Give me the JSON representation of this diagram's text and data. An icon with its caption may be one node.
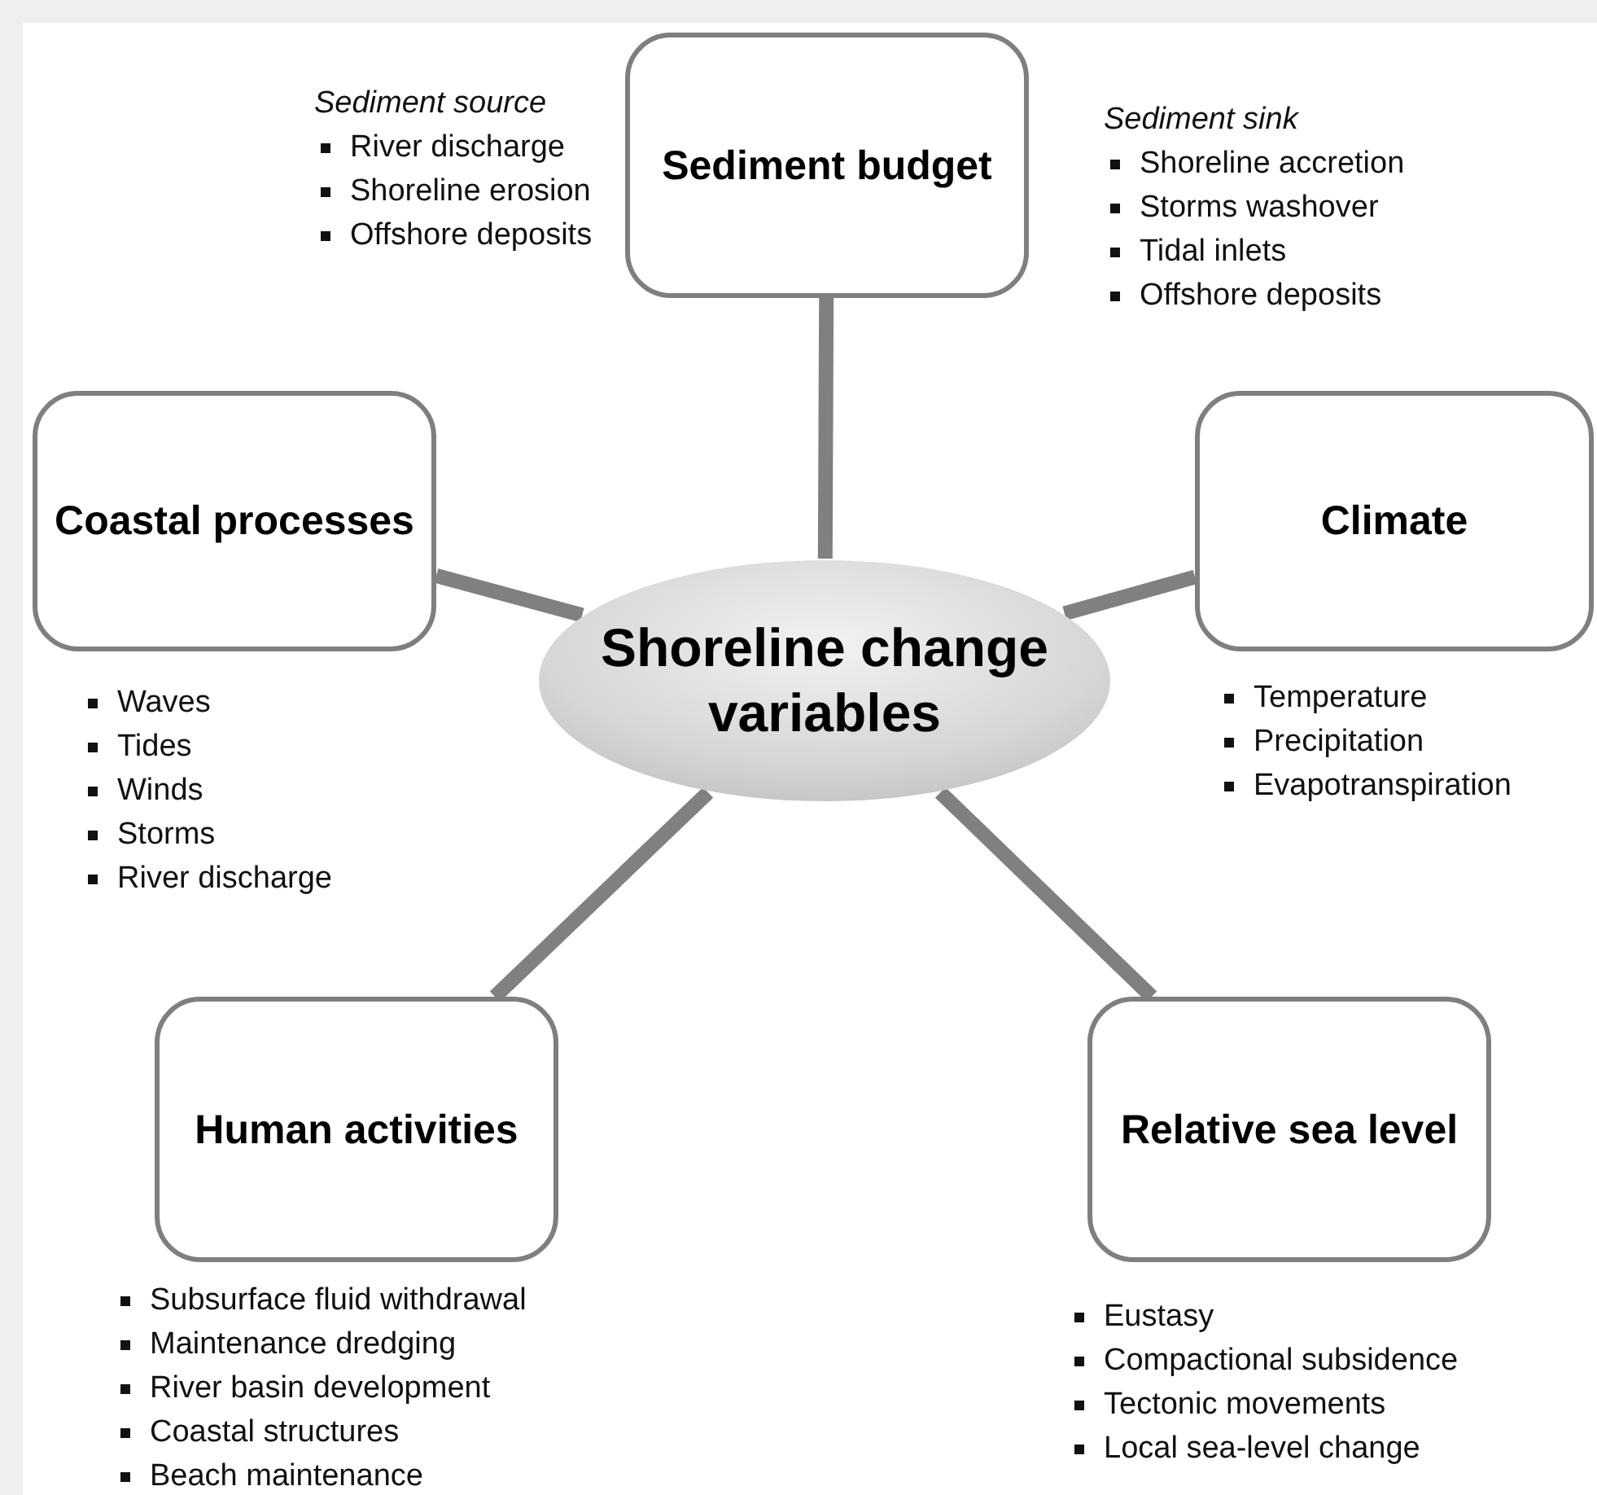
{
  "diagram": {
    "nodes": [
      {
        "text": [
          "Shoreline change variables"
        ]
      },
      {
        "text": [
          "Sediment budget"
        ],
        "beside": [
          "Sediment source",
          "River discharge",
          "Shoreline erosion",
          "Offshore deposits",
          "Sediment sink",
          "Shoreline accretion",
          "Storms washover",
          "Tidal inlets",
          "Offshore deposits"
        ]
      },
      {
        "text": [
          "Coastal processes"
        ],
        "beside": [
          "Waves",
          "Tides",
          "Winds",
          "Storms",
          "River discharge"
        ]
      },
      {
        "text": [
          "Climate"
        ],
        "beside": [
          "Temperature",
          "Precipitation",
          "Evapotranspiration"
        ]
      },
      {
        "text": [
          "Human activities"
        ],
        "beside": [
          "Subsurface fluid withdrawal",
          "Maintenance dredging",
          "River basin development",
          "Coastal structures",
          "Beach maintenance"
        ]
      },
      {
        "text": [
          "Relative sea level"
        ],
        "beside": [
          "Eustasy",
          "Compactional subsidence",
          "Tectonic movements",
          "Local sea-level change"
        ]
      }
    ],
    "edges": [
      {
        "from": 0,
        "to": 1,
        "arrow": "none"
      },
      {
        "from": 0,
        "to": 2,
        "arrow": "none"
      },
      {
        "from": 0,
        "to": 3,
        "arrow": "none"
      },
      {
        "from": 0,
        "to": 4,
        "arrow": "none"
      },
      {
        "from": 0,
        "to": 5,
        "arrow": "none"
      }
    ]
  }
}
